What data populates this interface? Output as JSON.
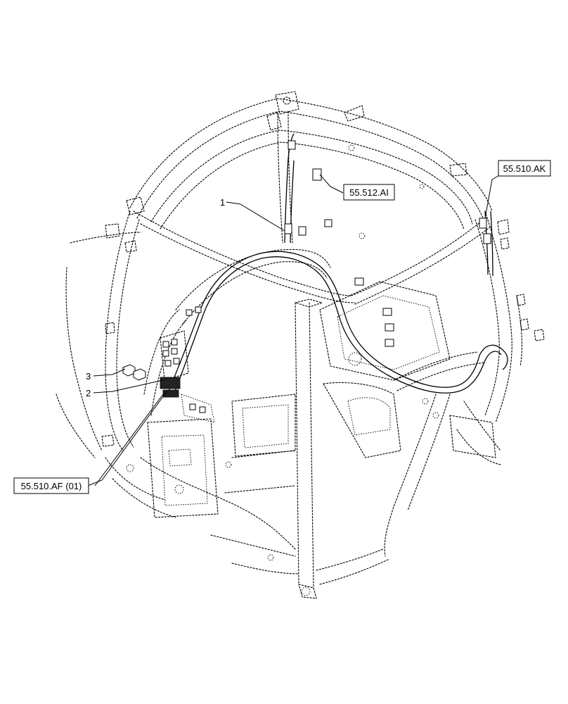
{
  "references": {
    "top_center": "55.512.AI",
    "top_right": "55.510.AK",
    "bottom_left": "55.510.AF (01)"
  },
  "callouts": {
    "harness": "1",
    "connector": "2",
    "cap": "3"
  }
}
